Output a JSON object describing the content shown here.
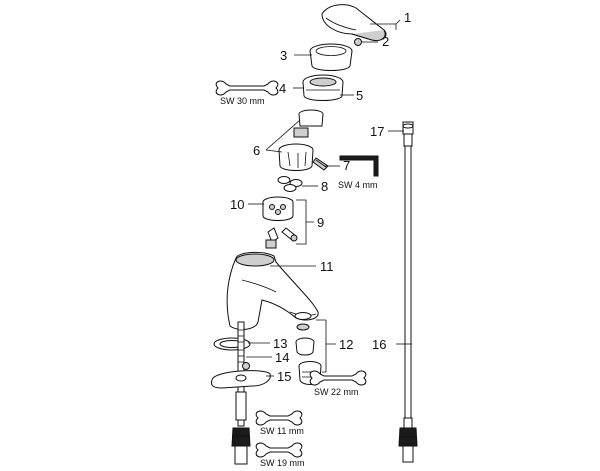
{
  "part_labels": [
    "1",
    "2",
    "3",
    "4",
    "5",
    "6",
    "7",
    "8",
    "9",
    "10",
    "11",
    "12",
    "13",
    "14",
    "15",
    "16",
    "17"
  ],
  "tool_labels": {
    "sw30": "SW 30 mm",
    "sw4": "SW 4 mm",
    "sw22": "SW 22 mm",
    "sw11": "SW 11 mm",
    "sw19": "SW 19 mm"
  }
}
